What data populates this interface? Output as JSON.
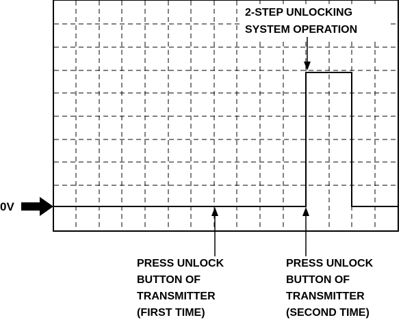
{
  "reference_label": "0V",
  "annotations": {
    "two_step": [
      "2-STEP UNLOCKING",
      "SYSTEM OPERATION"
    ],
    "first_press": [
      "PRESS UNLOCK",
      "BUTTON OF",
      "TRANSMITTER",
      "(FIRST TIME)"
    ],
    "second_press": [
      "PRESS UNLOCK",
      "BUTTON OF",
      "TRANSMITTER",
      "(SECOND TIME)"
    ]
  },
  "waveform": {
    "description_levels": [
      "low",
      "high",
      "low"
    ],
    "color": "#000000"
  },
  "colors": {
    "grid": "#000000",
    "frame": "#000000",
    "trace": "#000000"
  }
}
